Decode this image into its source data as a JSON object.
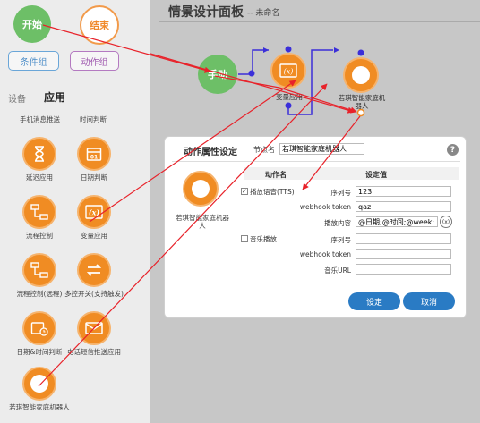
{
  "palette": {
    "start_label": "开始",
    "end_label": "结束",
    "condition_group": "条件组",
    "action_group": "动作组",
    "tab_device": "设备",
    "tab_app": "应用",
    "top_labels": [
      "手机消息推送",
      "时间判断"
    ],
    "items": [
      {
        "label": "延迟应用",
        "icon": "hourglass-icon"
      },
      {
        "label": "日期判断",
        "icon": "calendar-icon"
      },
      {
        "label": "流程控制",
        "icon": "flowchart-icon"
      },
      {
        "label": "变量应用",
        "icon": "variable-icon"
      },
      {
        "label": "流程控制(远程)",
        "icon": "flowchart-remote-icon"
      },
      {
        "label": "多控开关(支持触发)",
        "icon": "switch-arrows-icon"
      },
      {
        "label": "日期&时间判断",
        "icon": "datetime-icon"
      },
      {
        "label": "电话短信推送应用",
        "icon": "sms-icon"
      },
      {
        "label": "若琪智能家庭机器人",
        "icon": "robot-icon"
      }
    ]
  },
  "canvas": {
    "title": "情景设计面板",
    "subtitle": "-- 未命名",
    "nodes": {
      "start": "手动",
      "variable": "变量应用",
      "robot": "若琪智能家庭机器人"
    }
  },
  "dialog": {
    "title": "动作属性设定",
    "node_name_label": "节点名",
    "node_name_value": "若琪智能家庭机器人",
    "help": "?",
    "device_name": "若琪智能家庭机器人",
    "col_action": "动作名",
    "col_value": "设定值",
    "action1": {
      "name": "播放语音(TTS)",
      "checked": true,
      "fields": [
        {
          "label": "序列号",
          "value": "123"
        },
        {
          "label": "webhook token",
          "value": "qaz"
        },
        {
          "label": "播放内容",
          "value": "@日期;@时间;@week;"
        }
      ],
      "var_button": "(x)"
    },
    "action2": {
      "name": "音乐播放",
      "checked": false,
      "fields": [
        {
          "label": "序列号",
          "value": ""
        },
        {
          "label": "webhook token",
          "value": ""
        },
        {
          "label": "音乐URL",
          "value": ""
        }
      ]
    },
    "ok": "设定",
    "cancel": "取消"
  },
  "colors": {
    "orange": "#f08c23",
    "green": "#6dbf67",
    "blue_button": "#2a7bc4",
    "arrow_red": "#e8222a",
    "connector_blue": "#3b2fd9"
  }
}
